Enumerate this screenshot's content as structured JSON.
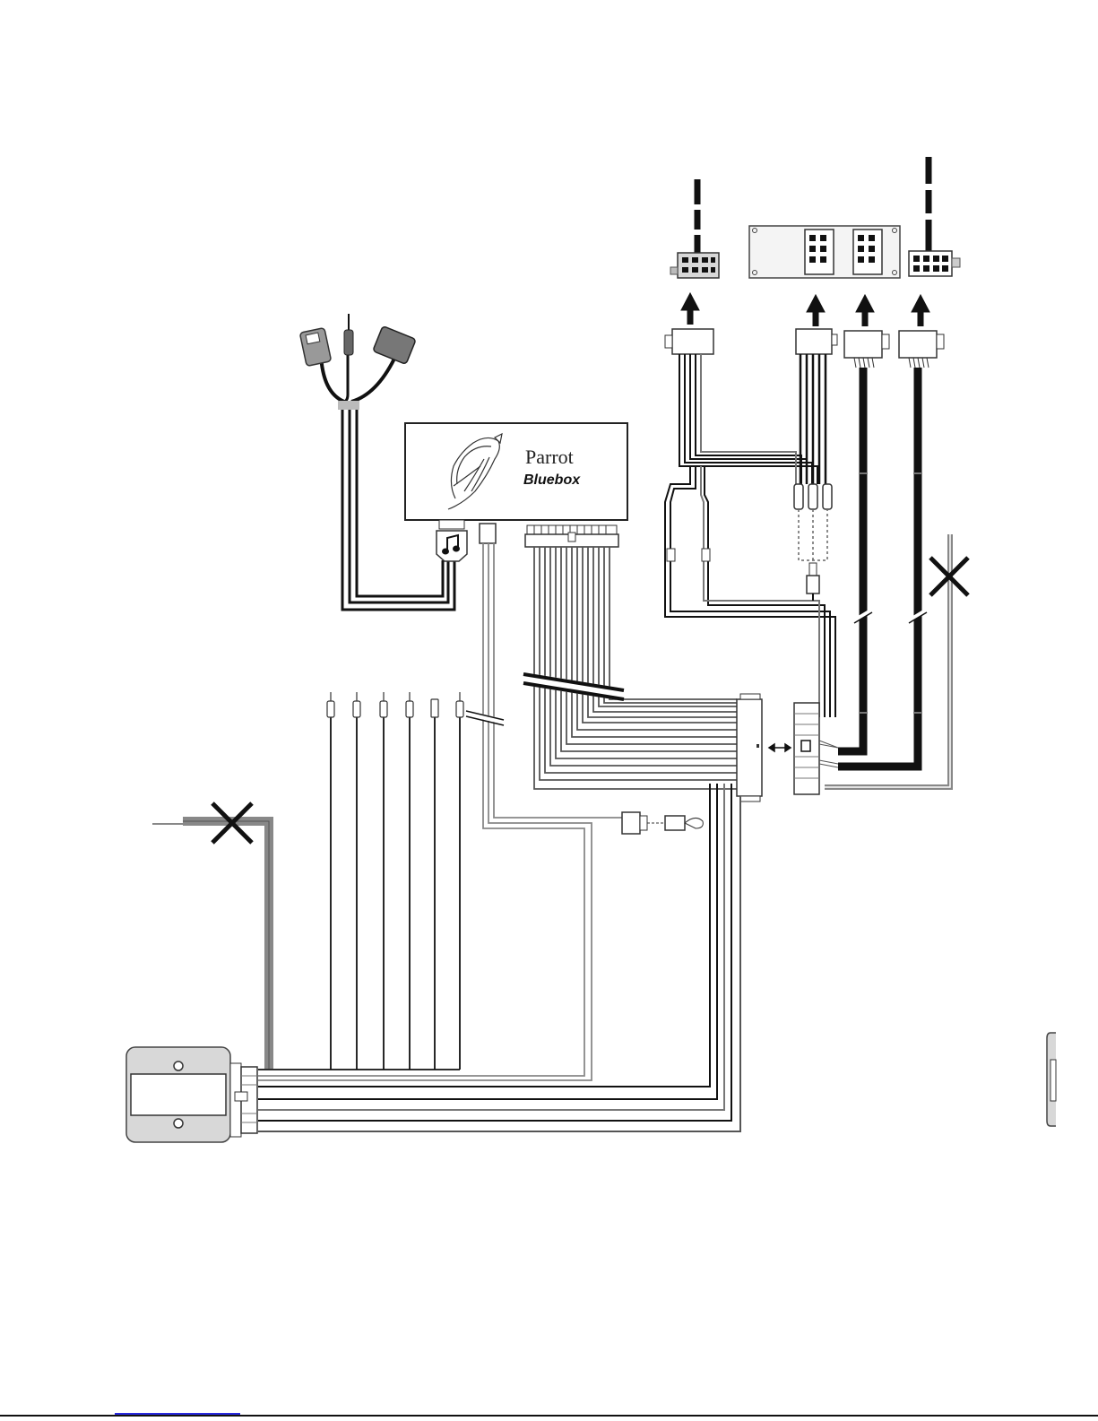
{
  "brand": {
    "name": "Parrot",
    "model": "Bluebox"
  },
  "icons": {
    "music": "music-note-icon",
    "bird": "parrot-bird-logo",
    "disconnect": "cross-mark-icon",
    "double_arrow": "double-arrow-icon"
  },
  "colors": {
    "wire_dark": "#111111",
    "wire_grey": "#8a8a8a",
    "panel_grey": "#d8d8d8",
    "link_blue": "#2a2adf"
  }
}
